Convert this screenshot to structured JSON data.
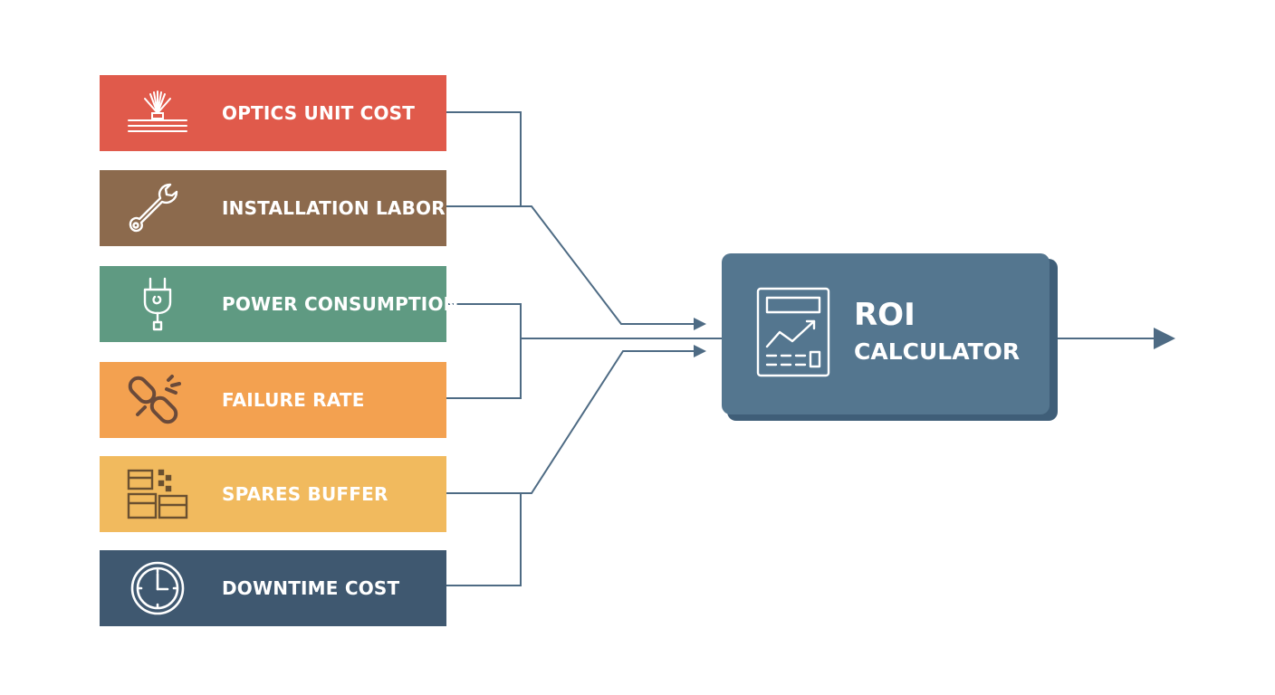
{
  "colors": {
    "connector": "#4e6b84",
    "roi_box": "#54768f",
    "roi_shadow": "#3f5e78"
  },
  "inputs": [
    {
      "label": "OPTICS UNIT COST",
      "icon": "fiber-optic-icon",
      "color": "#e05a4b"
    },
    {
      "label": "INSTALLATION LABOR",
      "icon": "wrench-icon",
      "color": "#8c6a4d"
    },
    {
      "label": "POWER CONSUMPTION",
      "icon": "power-plug-icon",
      "color": "#5f9a82"
    },
    {
      "label": "FAILURE RATE",
      "icon": "broken-chain-icon",
      "color": "#f3a150"
    },
    {
      "label": "SPARES BUFFER",
      "icon": "boxes-icon",
      "color": "#f1ba5e"
    },
    {
      "label": "DOWNTIME COST",
      "icon": "clock-icon",
      "color": "#3f5870"
    }
  ],
  "roi": {
    "line1": "ROI",
    "line2": "CALCULATOR",
    "icon": "calculator-chart-icon"
  }
}
